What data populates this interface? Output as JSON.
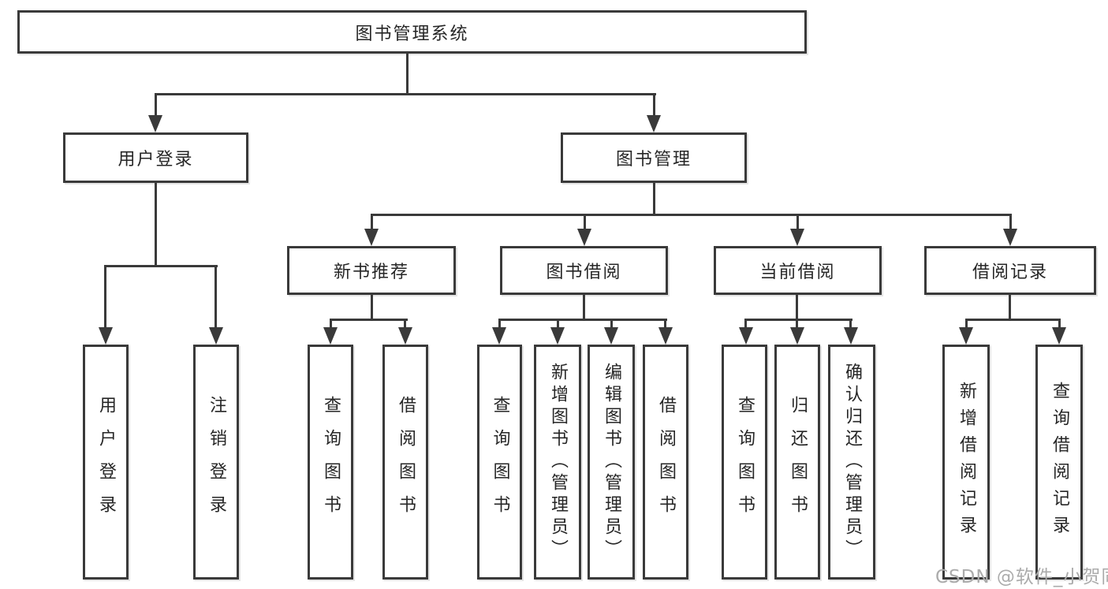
{
  "colors": {
    "line": "#3a3a3a",
    "text": "#262626",
    "background": "#ffffff",
    "watermark": "#ababab"
  },
  "tree": {
    "label": "图书管理系统",
    "children": [
      {
        "label": "用户登录",
        "children": [
          {
            "label": "用户登录"
          },
          {
            "label": "注销登录"
          }
        ]
      },
      {
        "label": "图书管理",
        "children": [
          {
            "label": "新书推荐",
            "children": [
              {
                "label": "查询图书"
              },
              {
                "label": "借阅图书"
              }
            ]
          },
          {
            "label": "图书借阅",
            "children": [
              {
                "label": "查询图书"
              },
              {
                "label": "新增图书（管理员）"
              },
              {
                "label": "编辑图书（管理员）"
              },
              {
                "label": "借阅图书"
              }
            ]
          },
          {
            "label": "当前借阅",
            "children": [
              {
                "label": "查询图书"
              },
              {
                "label": "归还图书"
              },
              {
                "label": "确认归还（管理员）"
              }
            ]
          },
          {
            "label": "借阅记录",
            "children": [
              {
                "label": "新增借阅记录"
              },
              {
                "label": "查询借阅记录"
              }
            ]
          }
        ]
      }
    ]
  },
  "watermark": "CSDN @软件_小贺同学"
}
